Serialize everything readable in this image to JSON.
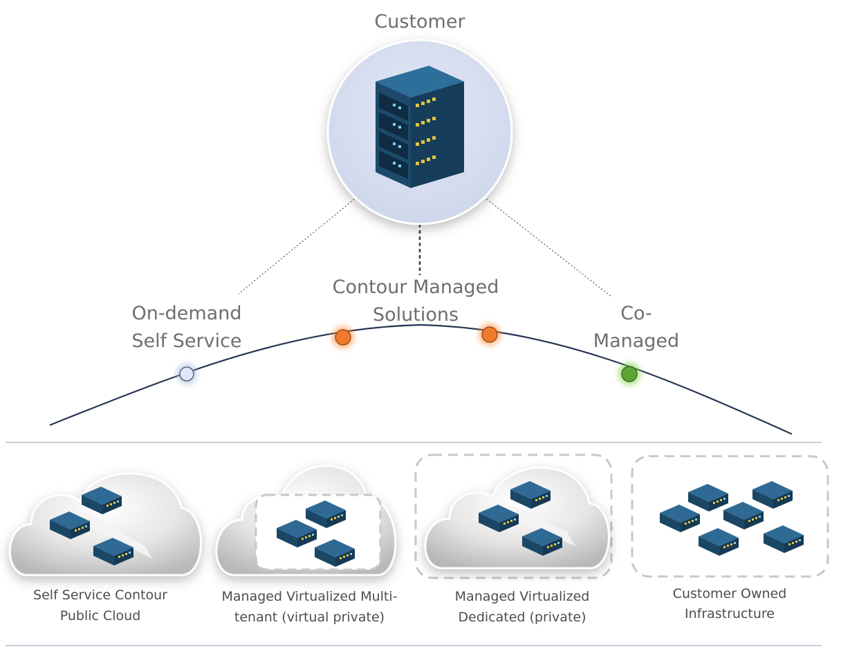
{
  "top": {
    "title": "Customer"
  },
  "models": {
    "self_service": {
      "line1": "On-demand",
      "line2": "Self Service"
    },
    "managed": {
      "line1": "Contour Managed",
      "line2": "Solutions"
    },
    "co_managed": {
      "line1": "Co-",
      "line2": "Managed"
    }
  },
  "tiers": {
    "public_cloud": {
      "line1": "Self Service Contour",
      "line2": "Public Cloud"
    },
    "multi_tenant": {
      "line1": "Managed Virtualized Multi-",
      "line2": "tenant (virtual private)"
    },
    "dedicated": {
      "line1": "Managed Virtualized",
      "line2": "Dedicated (private)"
    },
    "customer_owned": {
      "line1": "Customer Owned",
      "line2": "Infrastructure"
    }
  },
  "colors": {
    "marker_self_service": "#dfe8f6",
    "marker_managed": "#f07a2c",
    "marker_co_managed": "#5da531",
    "curve": "#253552",
    "circle_bg": "#d8dff0",
    "server": "#1f4f74"
  },
  "icons": [
    "server-rack-icon",
    "cloud-icon",
    "network-switch-icon",
    "dashed-boundary-icon"
  ]
}
